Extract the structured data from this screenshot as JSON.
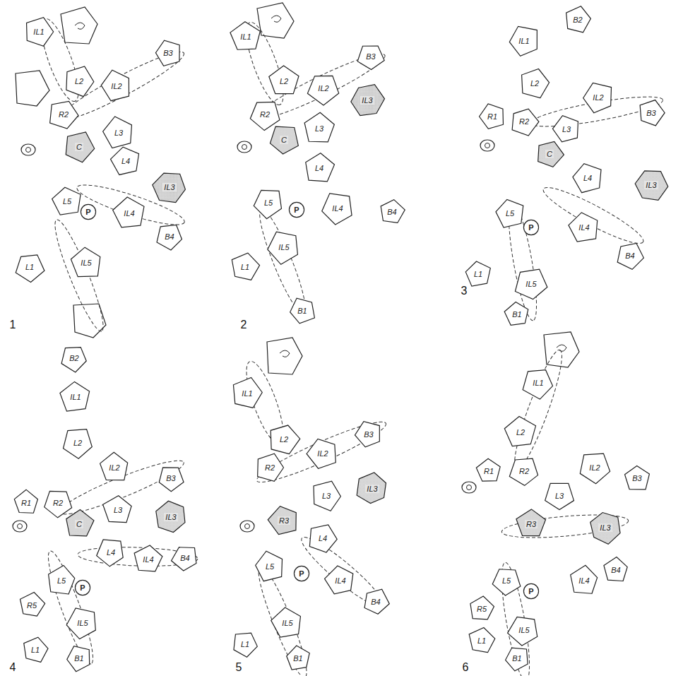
{
  "diagram": {
    "nodes": [
      {
        "text": [
          "IL1"
        ]
      },
      {
        "text": [
          "B3"
        ]
      },
      {
        "text": [
          "L2"
        ]
      },
      {
        "text": [
          "IL2"
        ]
      },
      {
        "text": [
          "R2"
        ]
      },
      {
        "text": [
          "L3"
        ]
      },
      {
        "text": [
          "C"
        ]
      },
      {
        "text": [
          "L4"
        ]
      },
      {
        "text": [
          "IL3"
        ]
      },
      {
        "text": [
          "L5"
        ]
      },
      {
        "text": [
          "P"
        ]
      },
      {
        "text": [
          "IL4"
        ]
      },
      {
        "text": [
          "B4"
        ]
      },
      {
        "text": [
          "IL5"
        ]
      },
      {
        "text": [
          "L1"
        ]
      },
      {
        "text": [
          "IL1"
        ]
      },
      {
        "text": [
          "B3"
        ]
      },
      {
        "text": [
          "L2"
        ]
      },
      {
        "text": [
          "IL2"
        ]
      },
      {
        "text": [
          "IL3"
        ]
      },
      {
        "text": [
          "R2"
        ]
      },
      {
        "text": [
          "L3"
        ]
      },
      {
        "text": [
          "C"
        ]
      },
      {
        "text": [
          "L4"
        ]
      },
      {
        "text": [
          "L5"
        ]
      },
      {
        "text": [
          "P"
        ]
      },
      {
        "text": [
          "IL4"
        ]
      },
      {
        "text": [
          "B4"
        ]
      },
      {
        "text": [
          "IL5"
        ]
      },
      {
        "text": [
          "L1"
        ]
      },
      {
        "text": [
          "B1"
        ]
      },
      {
        "text": [
          "B2"
        ]
      },
      {
        "text": [
          "IL1"
        ]
      },
      {
        "text": [
          "L2"
        ]
      },
      {
        "text": [
          "IL2"
        ]
      },
      {
        "text": [
          "B3"
        ]
      },
      {
        "text": [
          "R1"
        ]
      },
      {
        "text": [
          "R2"
        ]
      },
      {
        "text": [
          "L3"
        ]
      },
      {
        "text": [
          "C"
        ]
      },
      {
        "text": [
          "L4"
        ]
      },
      {
        "text": [
          "IL3"
        ]
      },
      {
        "text": [
          "L5"
        ]
      },
      {
        "text": [
          "P"
        ]
      },
      {
        "text": [
          "IL4"
        ]
      },
      {
        "text": [
          "B4"
        ]
      },
      {
        "text": [
          "L1"
        ]
      },
      {
        "text": [
          "IL5"
        ]
      },
      {
        "text": [
          "B1"
        ]
      },
      {
        "text": [
          "B2"
        ]
      },
      {
        "text": [
          "IL1"
        ]
      },
      {
        "text": [
          "L2"
        ]
      },
      {
        "text": [
          "IL2"
        ]
      },
      {
        "text": [
          "B3"
        ]
      },
      {
        "text": [
          "R1"
        ]
      },
      {
        "text": [
          "R2"
        ]
      },
      {
        "text": [
          "L3"
        ]
      },
      {
        "text": [
          "IL3"
        ]
      },
      {
        "text": [
          "C"
        ]
      },
      {
        "text": [
          "L4"
        ]
      },
      {
        "text": [
          "IL4"
        ]
      },
      {
        "text": [
          "B4"
        ]
      },
      {
        "text": [
          "L5"
        ]
      },
      {
        "text": [
          "P"
        ]
      },
      {
        "text": [
          "R5"
        ]
      },
      {
        "text": [
          "IL5"
        ]
      },
      {
        "text": [
          "L1"
        ]
      },
      {
        "text": [
          "B1"
        ]
      },
      {
        "text": [
          "IL1"
        ]
      },
      {
        "text": [
          "B3"
        ]
      },
      {
        "text": [
          "L2"
        ]
      },
      {
        "text": [
          "IL2"
        ]
      },
      {
        "text": [
          "R2"
        ]
      },
      {
        "text": [
          "IL3"
        ]
      },
      {
        "text": [
          "L3"
        ]
      },
      {
        "text": [
          "R3"
        ]
      },
      {
        "text": [
          "L4"
        ]
      },
      {
        "text": [
          "L5"
        ]
      },
      {
        "text": [
          "P"
        ]
      },
      {
        "text": [
          "IL4"
        ]
      },
      {
        "text": [
          "B4"
        ]
      },
      {
        "text": [
          "IL5"
        ]
      },
      {
        "text": [
          "L1"
        ]
      },
      {
        "text": [
          "B1"
        ]
      },
      {
        "text": [
          "IL1"
        ]
      },
      {
        "text": [
          "L2"
        ]
      },
      {
        "text": [
          "IL2"
        ]
      },
      {
        "text": [
          "R1"
        ]
      },
      {
        "text": [
          "R2"
        ]
      },
      {
        "text": [
          "B3"
        ]
      },
      {
        "text": [
          "L3"
        ]
      },
      {
        "text": [
          "R3"
        ]
      },
      {
        "text": [
          "IL3"
        ]
      },
      {
        "text": [
          "B4"
        ]
      },
      {
        "text": [
          "L5"
        ]
      },
      {
        "text": [
          "IL4"
        ]
      },
      {
        "text": [
          "P"
        ]
      },
      {
        "text": [
          "R5"
        ]
      },
      {
        "text": [
          "IL5"
        ]
      },
      {
        "text": [
          "L1"
        ]
      },
      {
        "text": [
          "B1"
        ]
      }
    ],
    "labels": [
      "1",
      "2",
      "3",
      "4",
      "5",
      "6"
    ]
  }
}
